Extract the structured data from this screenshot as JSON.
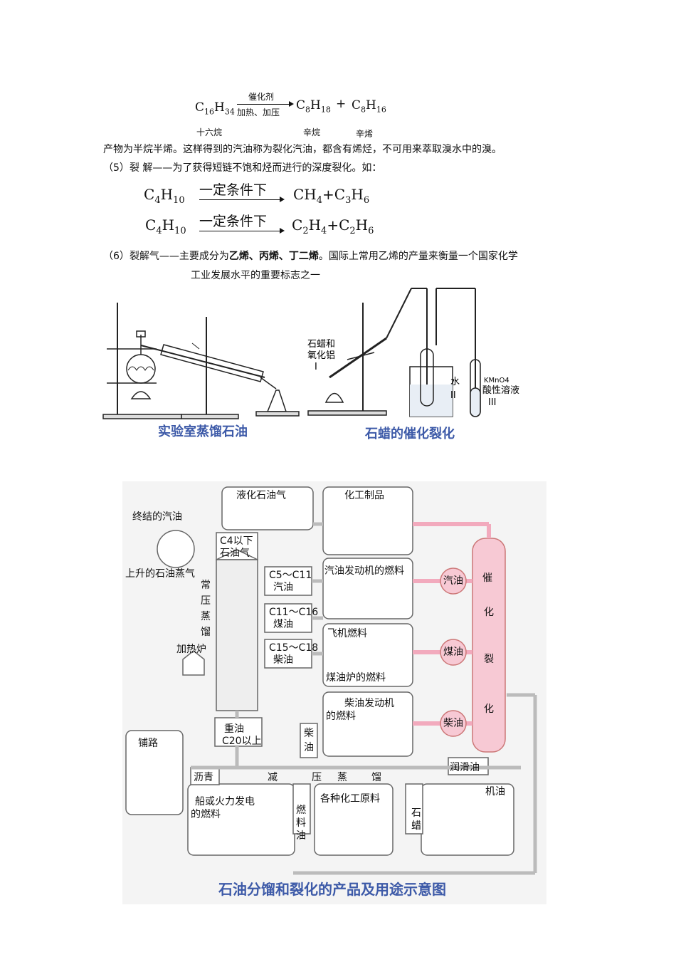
{
  "eq_cracking": {
    "reactant": "C16H34",
    "catalyst": "催化剂",
    "condition": "加热、加压",
    "product1": "C8H18",
    "plus": "+",
    "product2": "C8H16",
    "label_reactant": "十六烷",
    "label_p1": "辛烷",
    "label_p2": "辛烯"
  },
  "para_products": "产物为半烷半烯。这样得到的汽油称为裂化汽油，都含有烯烃，不可用来萃取溴水中的溴。",
  "para_5": "（5）裂 解——为了获得短链不饱和烃而进行的深度裂化。如：",
  "eq2": {
    "left": "C4H10",
    "cond": "一定条件下",
    "right": "CH4+C3H6"
  },
  "eq3": {
    "left": "C4H10",
    "cond": "一定条件下",
    "right": "C2H4+C2H6"
  },
  "para_6": {
    "prefix": "（6）裂解气——主要成分为",
    "bold": "乙烯、丙烯、丁二烯",
    "suffix": "。国际上常用乙烯的产量来衡量一个国家化学",
    "line2": "工业发展水平的重要标志之一"
  },
  "fig_distill": {
    "caption": "实验室蒸馏石油"
  },
  "fig_crack": {
    "caption": "石蜡的催化裂化",
    "label_I_1": "石蜡和",
    "label_I_2": "氧化铝",
    "label_I": "I",
    "label_water": "水",
    "label_II": "II",
    "label_kmno4": "KMnO4",
    "label_acid": "酸性溶液",
    "label_III": "III"
  },
  "diagram": {
    "caption": "石油分馏和裂化的产品及用途示意图",
    "lpg": "液化石油气",
    "chem_products": "化工制品",
    "condensed_gasoline": "终结的汽油",
    "rising_vapor": "上升的石油蒸气",
    "c4_1": "C4以下",
    "c4_2": "石油气",
    "column_text": [
      "常",
      "压",
      "蒸",
      "馏"
    ],
    "furnace": "加热炉",
    "frac_gasoline_1": "C5～C11",
    "frac_gasoline_2": "汽油",
    "frac_kerosene_1": "C11～C16",
    "frac_kerosene_2": "煤油",
    "frac_diesel_1": "C15～C18",
    "frac_diesel_2": "柴油",
    "gasoline_engine": "汽油发动机的燃料",
    "aircraft_fuel": "飞机燃料",
    "kerosene_stove": "煤油炉的燃料",
    "diesel_engine_1": "柴油发动机",
    "diesel_engine_2": "的燃料",
    "heavy_oil_1": "重油",
    "heavy_oil_2": "C20以上",
    "diesel_v": [
      "柴",
      "油"
    ],
    "cracking_v": [
      "催",
      "化",
      "裂",
      "化"
    ],
    "circle_gasoline": "汽油",
    "circle_kerosene": "煤油",
    "circle_diesel": "柴油",
    "paving": "铺路",
    "asphalt": "沥青",
    "vacuum": [
      "减",
      "压",
      "蒸",
      "馏"
    ],
    "lube": "润滑油",
    "engine_oil": "机油",
    "ship_1": "船或火力发电",
    "ship_2": "的燃料",
    "fuel_oil_v": [
      "燃",
      "料",
      "油"
    ],
    "chem_raw": "各种化工原料",
    "paraffin_v": [
      "石",
      "蜡"
    ]
  }
}
